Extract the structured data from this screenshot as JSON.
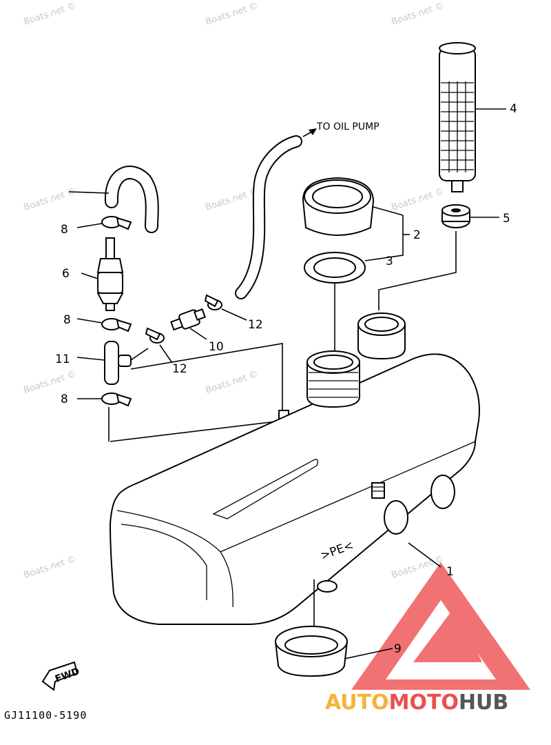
{
  "annotation": "TO OIL PUMP",
  "part_labels": {
    "p1": "1",
    "p2": "2",
    "p3": "3",
    "p4": "4",
    "p5": "5",
    "p6": "6",
    "p8a": "8",
    "p8b": "8",
    "p8c": "8",
    "p9": "9",
    "p10": "10",
    "p11": "11",
    "p12a": "12",
    "p12b": "12"
  },
  "tank_marking": ">PE<",
  "fwd_label": "FWD",
  "diagram_code": "GJ11100-5190",
  "watermark": "Boats.net ©",
  "brand": {
    "part1": "AUTO",
    "part2": "MOTO",
    "part3": "HUB",
    "color1": "#f6b33a",
    "color2": "#ee4e4e",
    "color3": "#555555"
  }
}
